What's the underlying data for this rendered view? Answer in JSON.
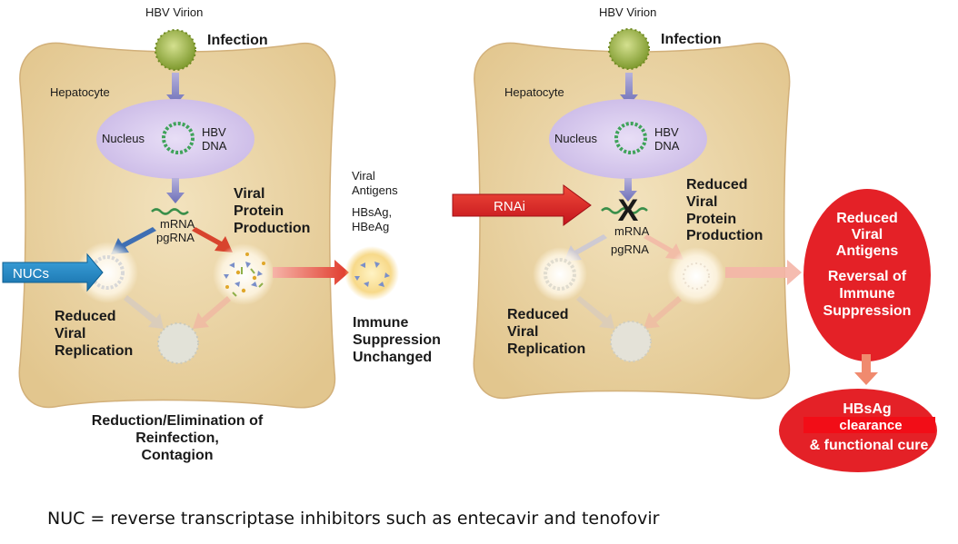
{
  "left": {
    "virion_label": "HBV Virion",
    "infection": "Infection",
    "hepatocyte": "Hepatocyte",
    "nucleus": "Nucleus",
    "hbv_dna": [
      "HBV",
      "DNA"
    ],
    "rna": [
      "mRNA",
      "pgRNA"
    ],
    "viral_protein": [
      "Viral",
      "Protein",
      "Production"
    ],
    "nucs": "NUCs",
    "reduced_replication": [
      "Reduced",
      "Viral",
      "Replication"
    ],
    "viral_antigens": [
      "Viral",
      "Antigens"
    ],
    "antigen_names": [
      "HBsAg,",
      "HBeAg"
    ],
    "immune": [
      "Immune",
      "Suppression",
      "Unchanged"
    ],
    "reduction": [
      "Reduction/Elimination of",
      "Reinfection,",
      "Contagion"
    ]
  },
  "right": {
    "virion_label": "HBV Virion",
    "infection": "Infection",
    "hepatocyte": "Hepatocyte",
    "nucleus": "Nucleus",
    "hbv_dna": [
      "HBV",
      "DNA"
    ],
    "rnai": "RNAi",
    "x_mark": "X",
    "rna": [
      "mRNA",
      "pgRNA"
    ],
    "reduced_protein": [
      "Reduced",
      "Viral",
      "Protein",
      "Production"
    ],
    "reduced_replication": [
      "Reduced",
      "Viral",
      "Replication"
    ],
    "red_circle": [
      "Reduced",
      "Viral",
      "Antigens",
      "Reversal of",
      "Immune",
      "Suppression"
    ],
    "cure": [
      "HBsAg",
      "clearance",
      "& functional cure"
    ]
  },
  "footnote": "NUC = reverse transcriptase inhibitors such as entecavir and tenofovir",
  "colors": {
    "cell": "#ecd5a4",
    "nucleus": "#d9ccef",
    "red": "#e51f28",
    "nuc_blue": "#1f86c6",
    "virion": "#9bb04a"
  }
}
